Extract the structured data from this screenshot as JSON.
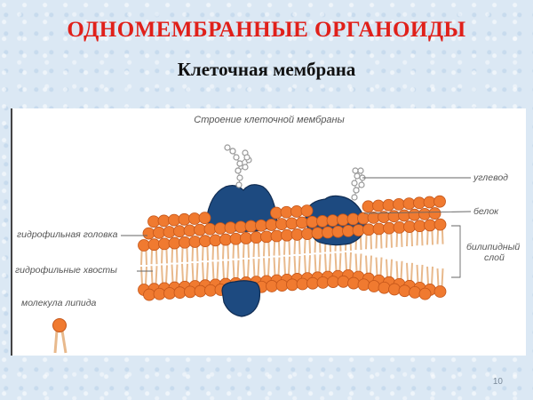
{
  "slide": {
    "title": "ОДНОМЕМБРАННЫЕ ОРГАНОИДЫ",
    "subtitle": "Клеточная мембрана",
    "page_number": "10"
  },
  "diagram": {
    "title": "Строение клеточной мембраны",
    "labels": {
      "carbohydrate": "углевод",
      "protein": "белок",
      "bilayer_line1": "билипидный",
      "bilayer_line2": "слой",
      "hydrophilic_head": "гидрофильная головка",
      "hydrophilic_tails": "гидрофильные хвосты",
      "lipid_molecule": "молекула липида"
    },
    "colors": {
      "lipid_head": "#f07a30",
      "lipid_outline": "#c4561a",
      "lipid_tail": "#e8b98c",
      "protein": "#1d4a80",
      "protein_outline": "#102c52",
      "carbohydrate": "#999999",
      "leader_line": "#666666"
    }
  }
}
